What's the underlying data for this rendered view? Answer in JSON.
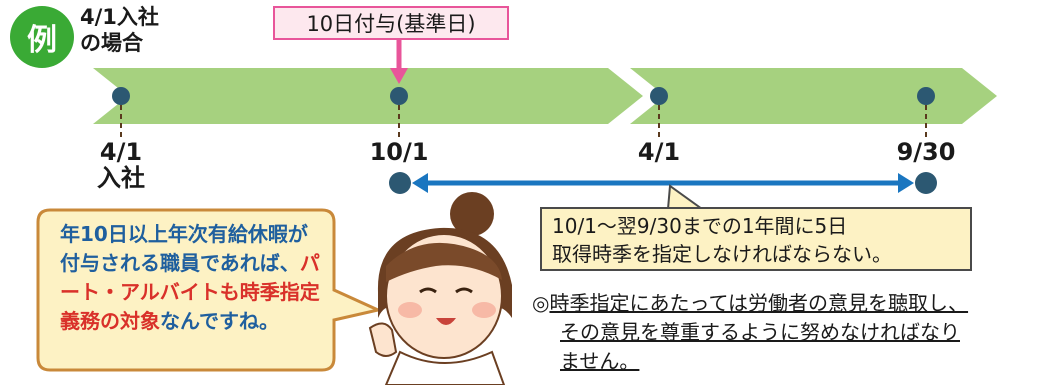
{
  "badge": {
    "label": "例"
  },
  "example_label": "4/1入社\nの場合",
  "grant_callout": "10日付与(基準日)",
  "timeline": {
    "dates": [
      "4/1\n入社",
      "10/1",
      "4/1",
      "9/30"
    ]
  },
  "period_note": {
    "line1": "10/1～翌9/30までの1年間に5日",
    "line2": "取得時季を指定しなければならない。"
  },
  "remark": {
    "mark": "◎",
    "line1": "時季指定にあたっては労働者の意見を聴取し、",
    "line2": "その意見を尊重するように努めなければなり",
    "line3": "ません。"
  },
  "speech": {
    "part1": "年10日以上年次有給休暇が付与される職員であれば、",
    "highlight": "パート・アルバイトも時季指定義務の対象",
    "part2": "なんですね。"
  },
  "colors": {
    "band": "#a6d17f",
    "dot": "#2c5872",
    "arrow": "#1a76c0",
    "callout_border": "#e8559a",
    "callout_fill": "#fde8ee",
    "note_fill": "#fdf2c4",
    "speech_fill": "#fdf2c4",
    "speech_border": "#c9893a",
    "badge": "#3aaa35",
    "highlight_text": "#d9312a"
  }
}
